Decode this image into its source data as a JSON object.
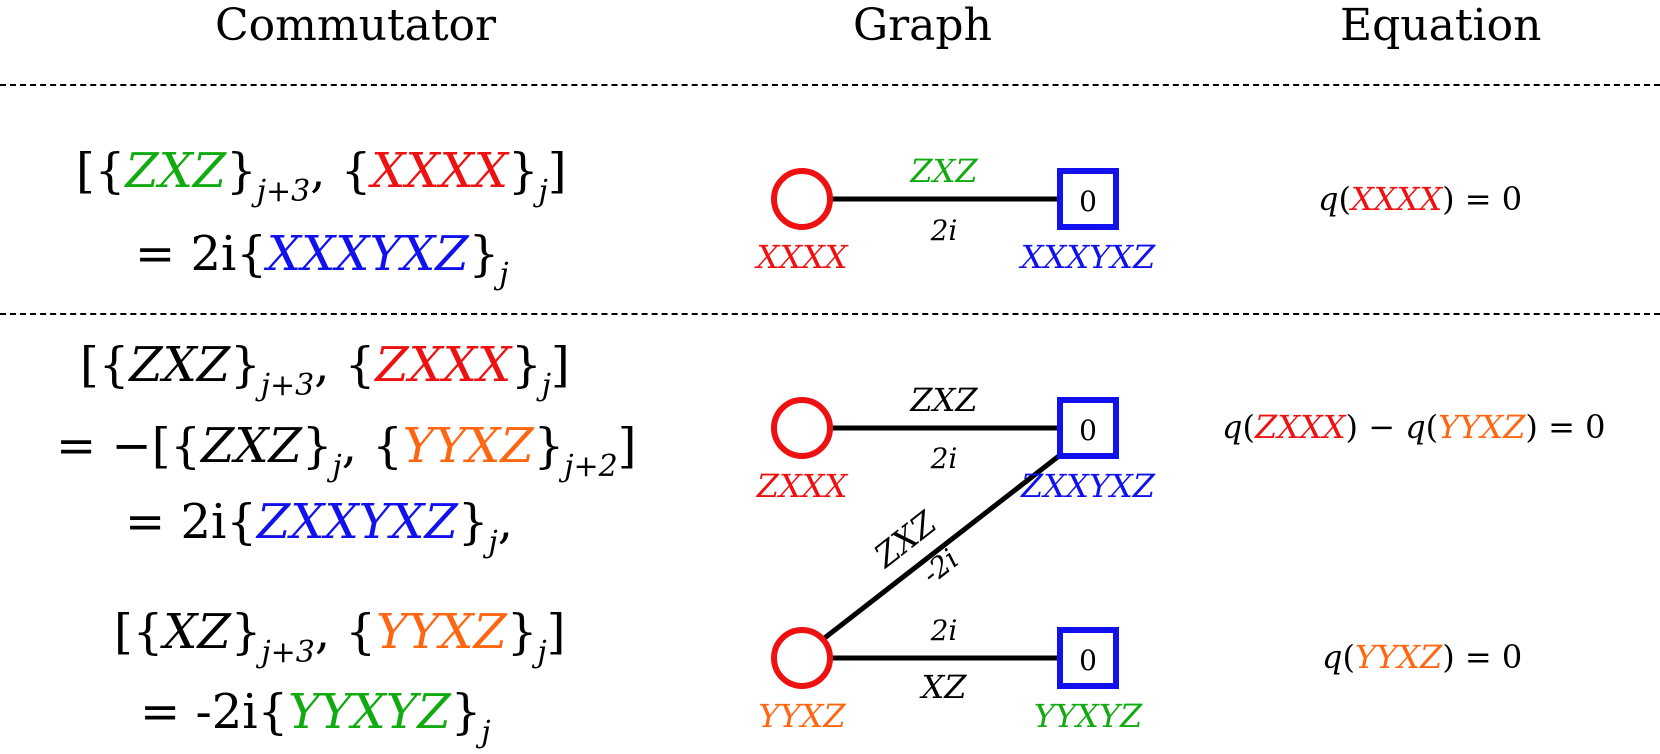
{
  "headers": {
    "commutator": "Commutator",
    "graph": "Graph",
    "equation": "Equation"
  },
  "colors": {
    "red": "#ee1111",
    "green": "#11aa11",
    "blue": "#1111ee",
    "orange": "#ff6611",
    "black": "#000000"
  },
  "rows": {
    "row1": {
      "commutator": {
        "a": "ZXZ",
        "a_sub": "j+3",
        "b": "XXXX",
        "b_sub": "j",
        "result_coef": "= 2i",
        "result": "XXXYXZ",
        "result_sub": "j"
      },
      "graph": {
        "circle_label": "XXXX",
        "square_label": "XXXYXZ",
        "square_value": "0",
        "edge_top": "ZXZ",
        "edge_bottom": "2i"
      },
      "equation": {
        "text": "XXXX",
        "rhs": "= 0"
      }
    },
    "row2": {
      "commutator": {
        "a": "ZXZ",
        "a_sub": "j+3",
        "b": "ZXXX",
        "b_sub": "j",
        "mid_a": "ZXZ",
        "mid_a_sub": "j",
        "mid_b": "YYXZ",
        "mid_b_sub": "j+2",
        "result_coef": "= 2i",
        "result": "ZXXYXZ",
        "result_sub": "j"
      },
      "graph": {
        "circle_label": "ZXXX",
        "square_label": "ZXXYXZ",
        "square_value": "0",
        "edge_top": "ZXZ",
        "edge_bottom": "2i",
        "diag_top": "ZXZ",
        "diag_bottom": "-2i"
      },
      "equation": {
        "text1": "ZXXX",
        "text2": "YYXZ",
        "rhs": "= 0"
      }
    },
    "row3": {
      "commutator": {
        "a": "XZ",
        "a_sub": "j+3",
        "b": "YYXZ",
        "b_sub": "j",
        "result_coef": "= -2i",
        "result": "YYXYZ",
        "result_sub": "j"
      },
      "graph": {
        "circle_label": "YYXZ",
        "square_label": "YYXYZ",
        "square_value": "0",
        "edge_top": "2i",
        "edge_bottom": "XZ"
      },
      "equation": {
        "text": "YYXZ",
        "rhs": "= 0"
      }
    }
  }
}
